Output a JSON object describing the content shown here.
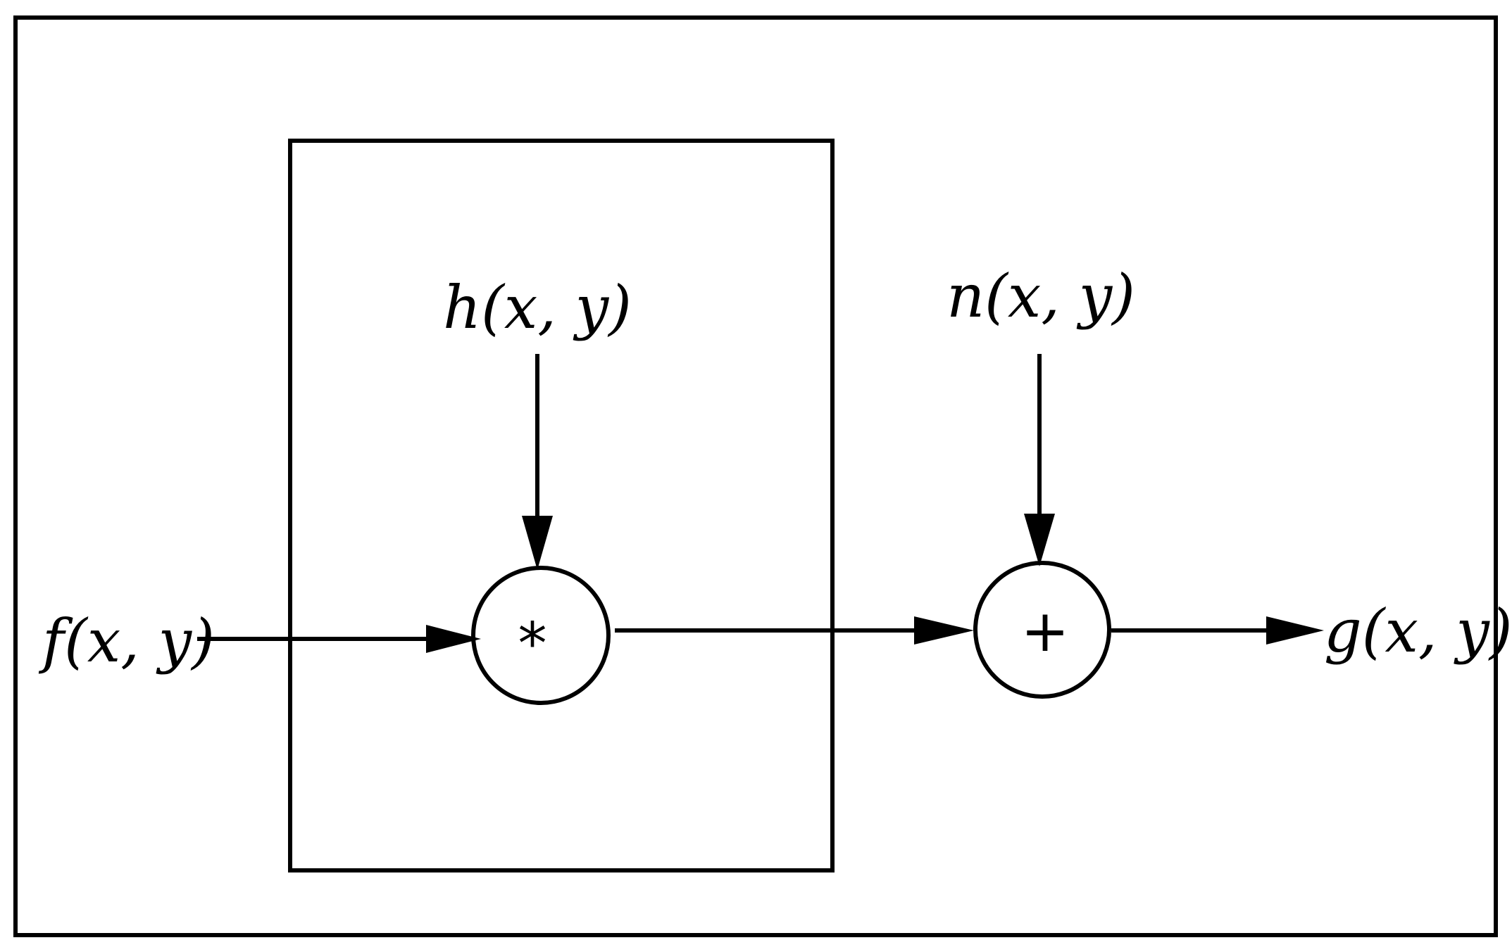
{
  "diagram": {
    "input_label": "f(x, y)",
    "psf_label": "h(x, y)",
    "noise_label": "n(x, y)",
    "output_label": "g(x, y)",
    "convolution_symbol": "*",
    "sum_symbol": "+"
  },
  "colors": {
    "stroke": "#000000",
    "background": "#ffffff"
  }
}
